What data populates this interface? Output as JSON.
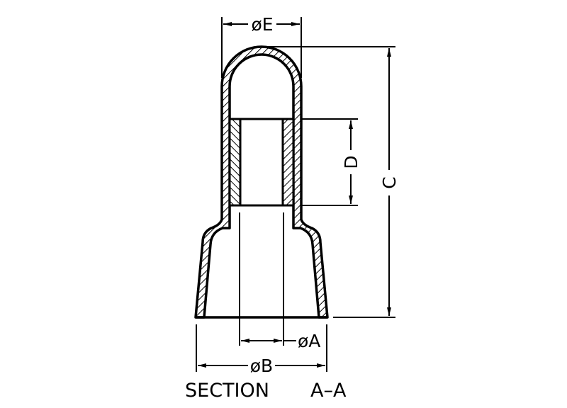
{
  "drawing": {
    "dimensions": {
      "E": "øE",
      "D": "D",
      "C": "C",
      "A": "øA",
      "B": "øB"
    },
    "caption": {
      "section": "SECTION",
      "view": "A–A"
    },
    "colors": {
      "line": "#000000",
      "background": "#ffffff"
    }
  }
}
